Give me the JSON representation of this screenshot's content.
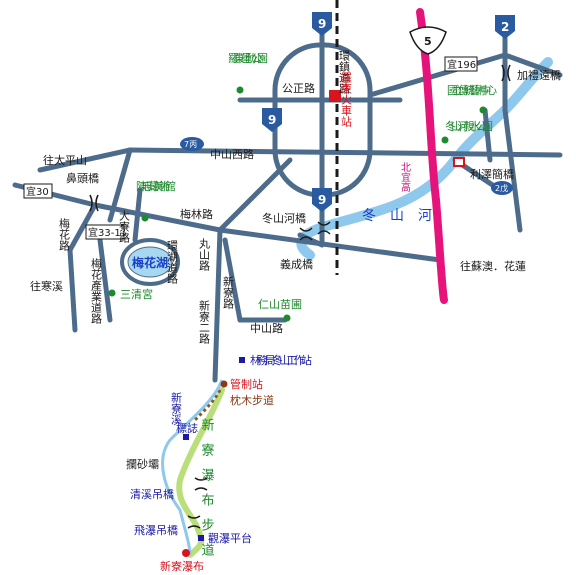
{
  "map": {
    "shields": {
      "nat9_top": "9",
      "nat9_mid": "9",
      "nat9_bottom": "9",
      "prov2": "2",
      "hwy5": "5",
      "prov7": "7丙",
      "prov2_small": "2戊"
    },
    "route_labels": {
      "yi196": "宜196",
      "yi30": "宜30",
      "yi33": "宜33-1"
    },
    "places": {
      "luodong_sports_park": "羅東運動公園",
      "luodong_station": "羅東火車站",
      "huanzhen_road": "環鎮道路",
      "gongzheng_road": "公正路",
      "national_arts_center": "國立傳統藝術中心",
      "jialiyuan_bridge": "加禮遠橋",
      "dongshan_park": "冬山河親水公園",
      "lize_bridge": "利澤簡橋",
      "to_taipingshan": "往太平山",
      "zhongshan_west": "中山西路",
      "bitou_bridge": "鼻頭橋",
      "chen_zhong_museum": "陳忠藏美術館",
      "meilin_road": "梅林路",
      "dongshanhe_bridge": "冬山河橋",
      "yicheng_bridge": "義成橋",
      "to_suao": "往蘇澳．花蓮",
      "meihua_road": "梅花路",
      "dayu_road": "大寮路",
      "huanhu_road": "環湖道路",
      "meihua_lake": "梅花湖",
      "to_hanxi": "往寒溪",
      "sanqing_temple": "三清宮",
      "meihua_industry_road": "梅花產業道路",
      "wanshan_road": "丸山路",
      "xinliao_road": "新寮路",
      "renshan_nursery": "仁山苗圃",
      "xinliao2_road": "新寮二路",
      "zhongshan_road": "中山路",
      "forest_station": "林務局冬山工作站",
      "checkpoint": "管制站",
      "zhenmu_trail": "枕木步道",
      "xinliao_creek": "新寮溪",
      "marker": "標誌",
      "dam": "攔砂壩",
      "qingxi_bridge": "清溪吊橋",
      "feipu_bridge": "飛瀑吊橋",
      "viewing_platform": "觀瀑平台",
      "xinliao_falls": "新寮瀑布",
      "falls_trail": "新寮瀑布步道",
      "beiyi_highway": "北宜高",
      "dongshan_river": "冬山河"
    },
    "colors": {
      "road": "#4d6b8a",
      "river": "#8ec8ec",
      "highway": "#e6147a",
      "trail": "#b9de7a",
      "park_green": "#1e8a2e",
      "station_red": "#d8141e",
      "label_blue": "#1a1aa6"
    }
  }
}
